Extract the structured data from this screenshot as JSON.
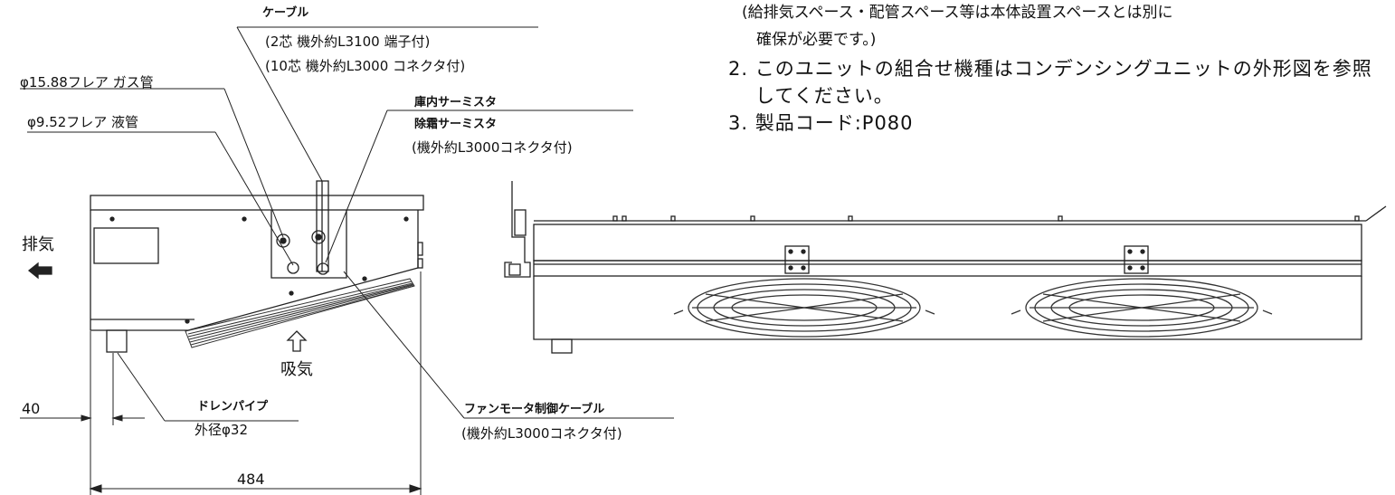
{
  "callouts": {
    "cable_title": "ケーブル",
    "cable_line1": "(2芯 機外約L3100 端子付)",
    "cable_line2": "(10芯 機外約L3000 コネクタ付)",
    "gas_pipe": "φ15.88フレア ガス管",
    "liquid_pipe": "φ9.52フレア 液管",
    "room_thermistor": "庫内サーミスタ",
    "defrost_thermistor": "除霜サーミスタ",
    "thermistor_cable": "(機外約L3000コネクタ付)",
    "exhaust": "排気",
    "intake": "吸気",
    "drain_pipe": "ドレンパイプ",
    "drain_diameter": "外径φ32",
    "fan_motor_cable": "ファンモータ制御ケーブル",
    "fan_motor_cable_spec": "(機外約L3000コネクタ付)"
  },
  "dimensions": {
    "offset": "40",
    "width": "484"
  },
  "notes": {
    "note1_tail_line1": "(給排気スペース・配管スペース等は本体設置スペースとは別に",
    "note1_tail_line2": "確保が必要です。)",
    "note2_line1": "2. このユニットの組合せ機種はコンデンシングユニットの外形図を参照",
    "note2_line2": "してください。",
    "note3": "3. 製品コード:P080"
  },
  "colors": {
    "line": "#222222",
    "fan_guard": "#333333"
  }
}
